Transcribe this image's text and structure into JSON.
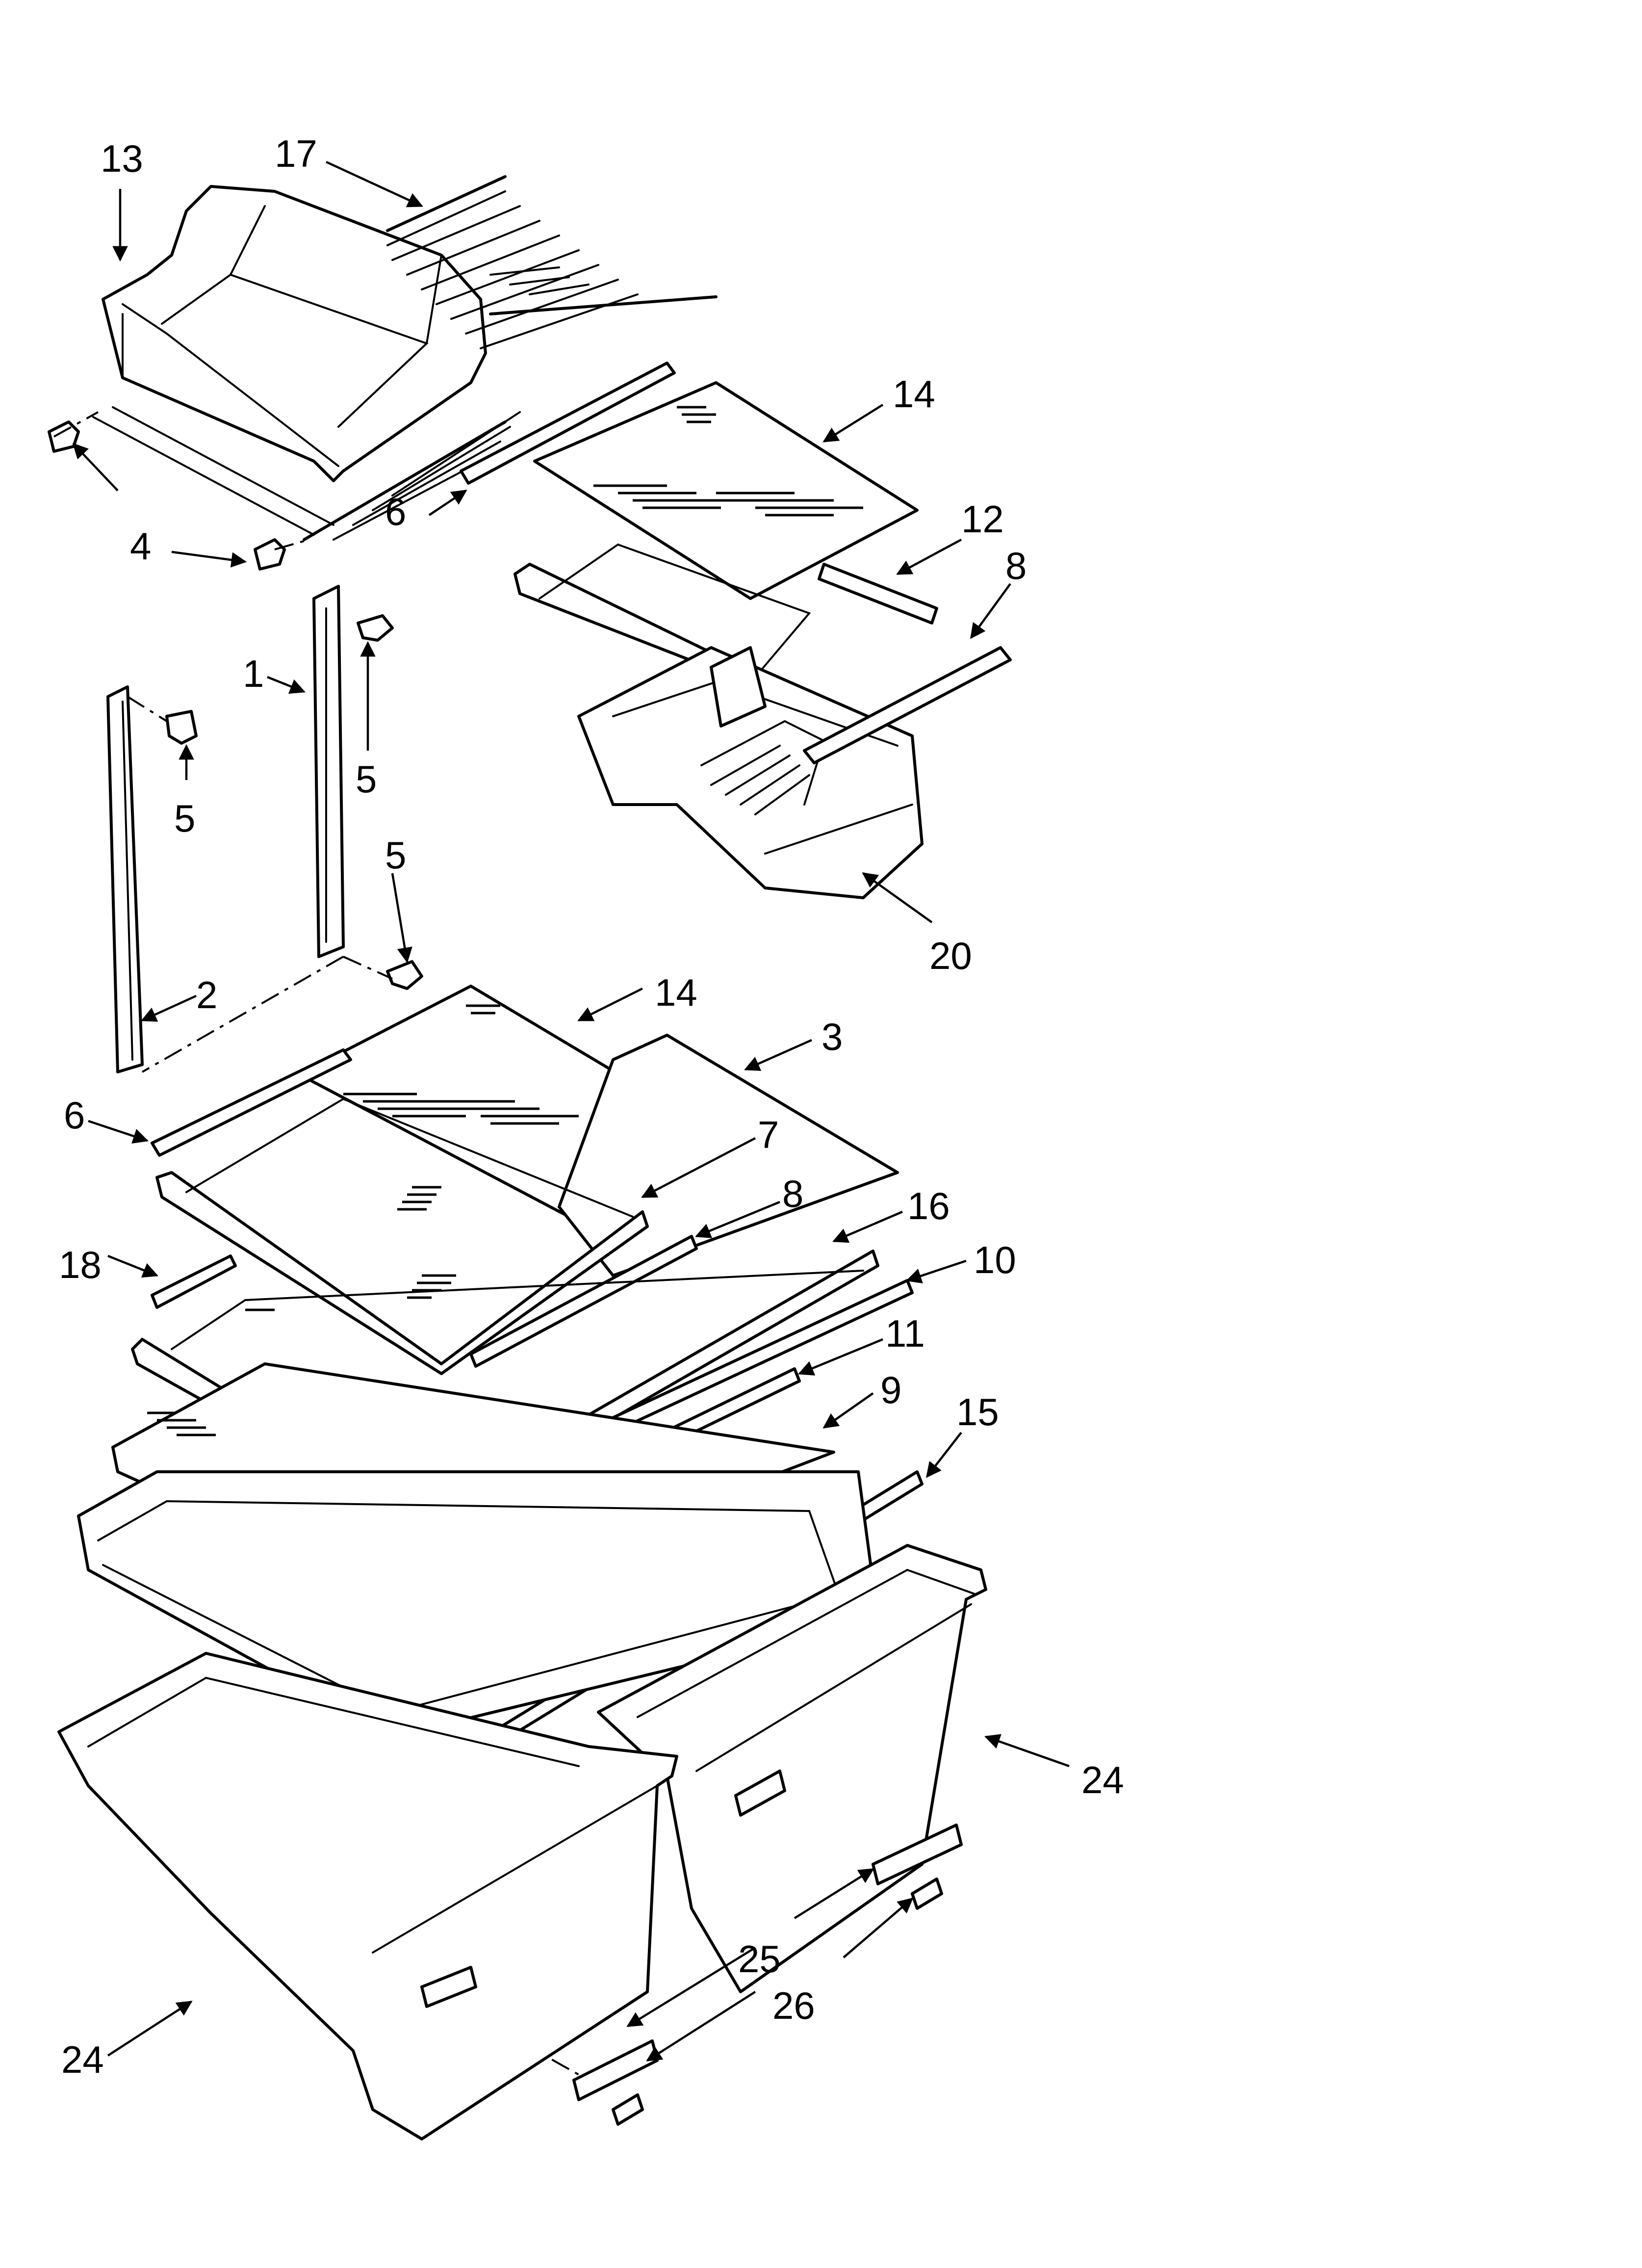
{
  "callouts": {
    "c13": "13",
    "c17": "17",
    "c14a": "14",
    "c6a": "6",
    "c4": "4",
    "c12": "12",
    "c8a": "8",
    "c1": "1",
    "c5a": "5",
    "c5b": "5",
    "c5c": "5",
    "c20": "20",
    "c2": "2",
    "c14b": "14",
    "c3": "3",
    "c6b": "6",
    "c7": "7",
    "c8b": "8",
    "c16": "16",
    "c18": "18",
    "c10": "10",
    "c11": "11",
    "c9": "9",
    "c15": "15",
    "c24a": "24",
    "c24b": "24",
    "c25": "25",
    "c26": "26"
  }
}
